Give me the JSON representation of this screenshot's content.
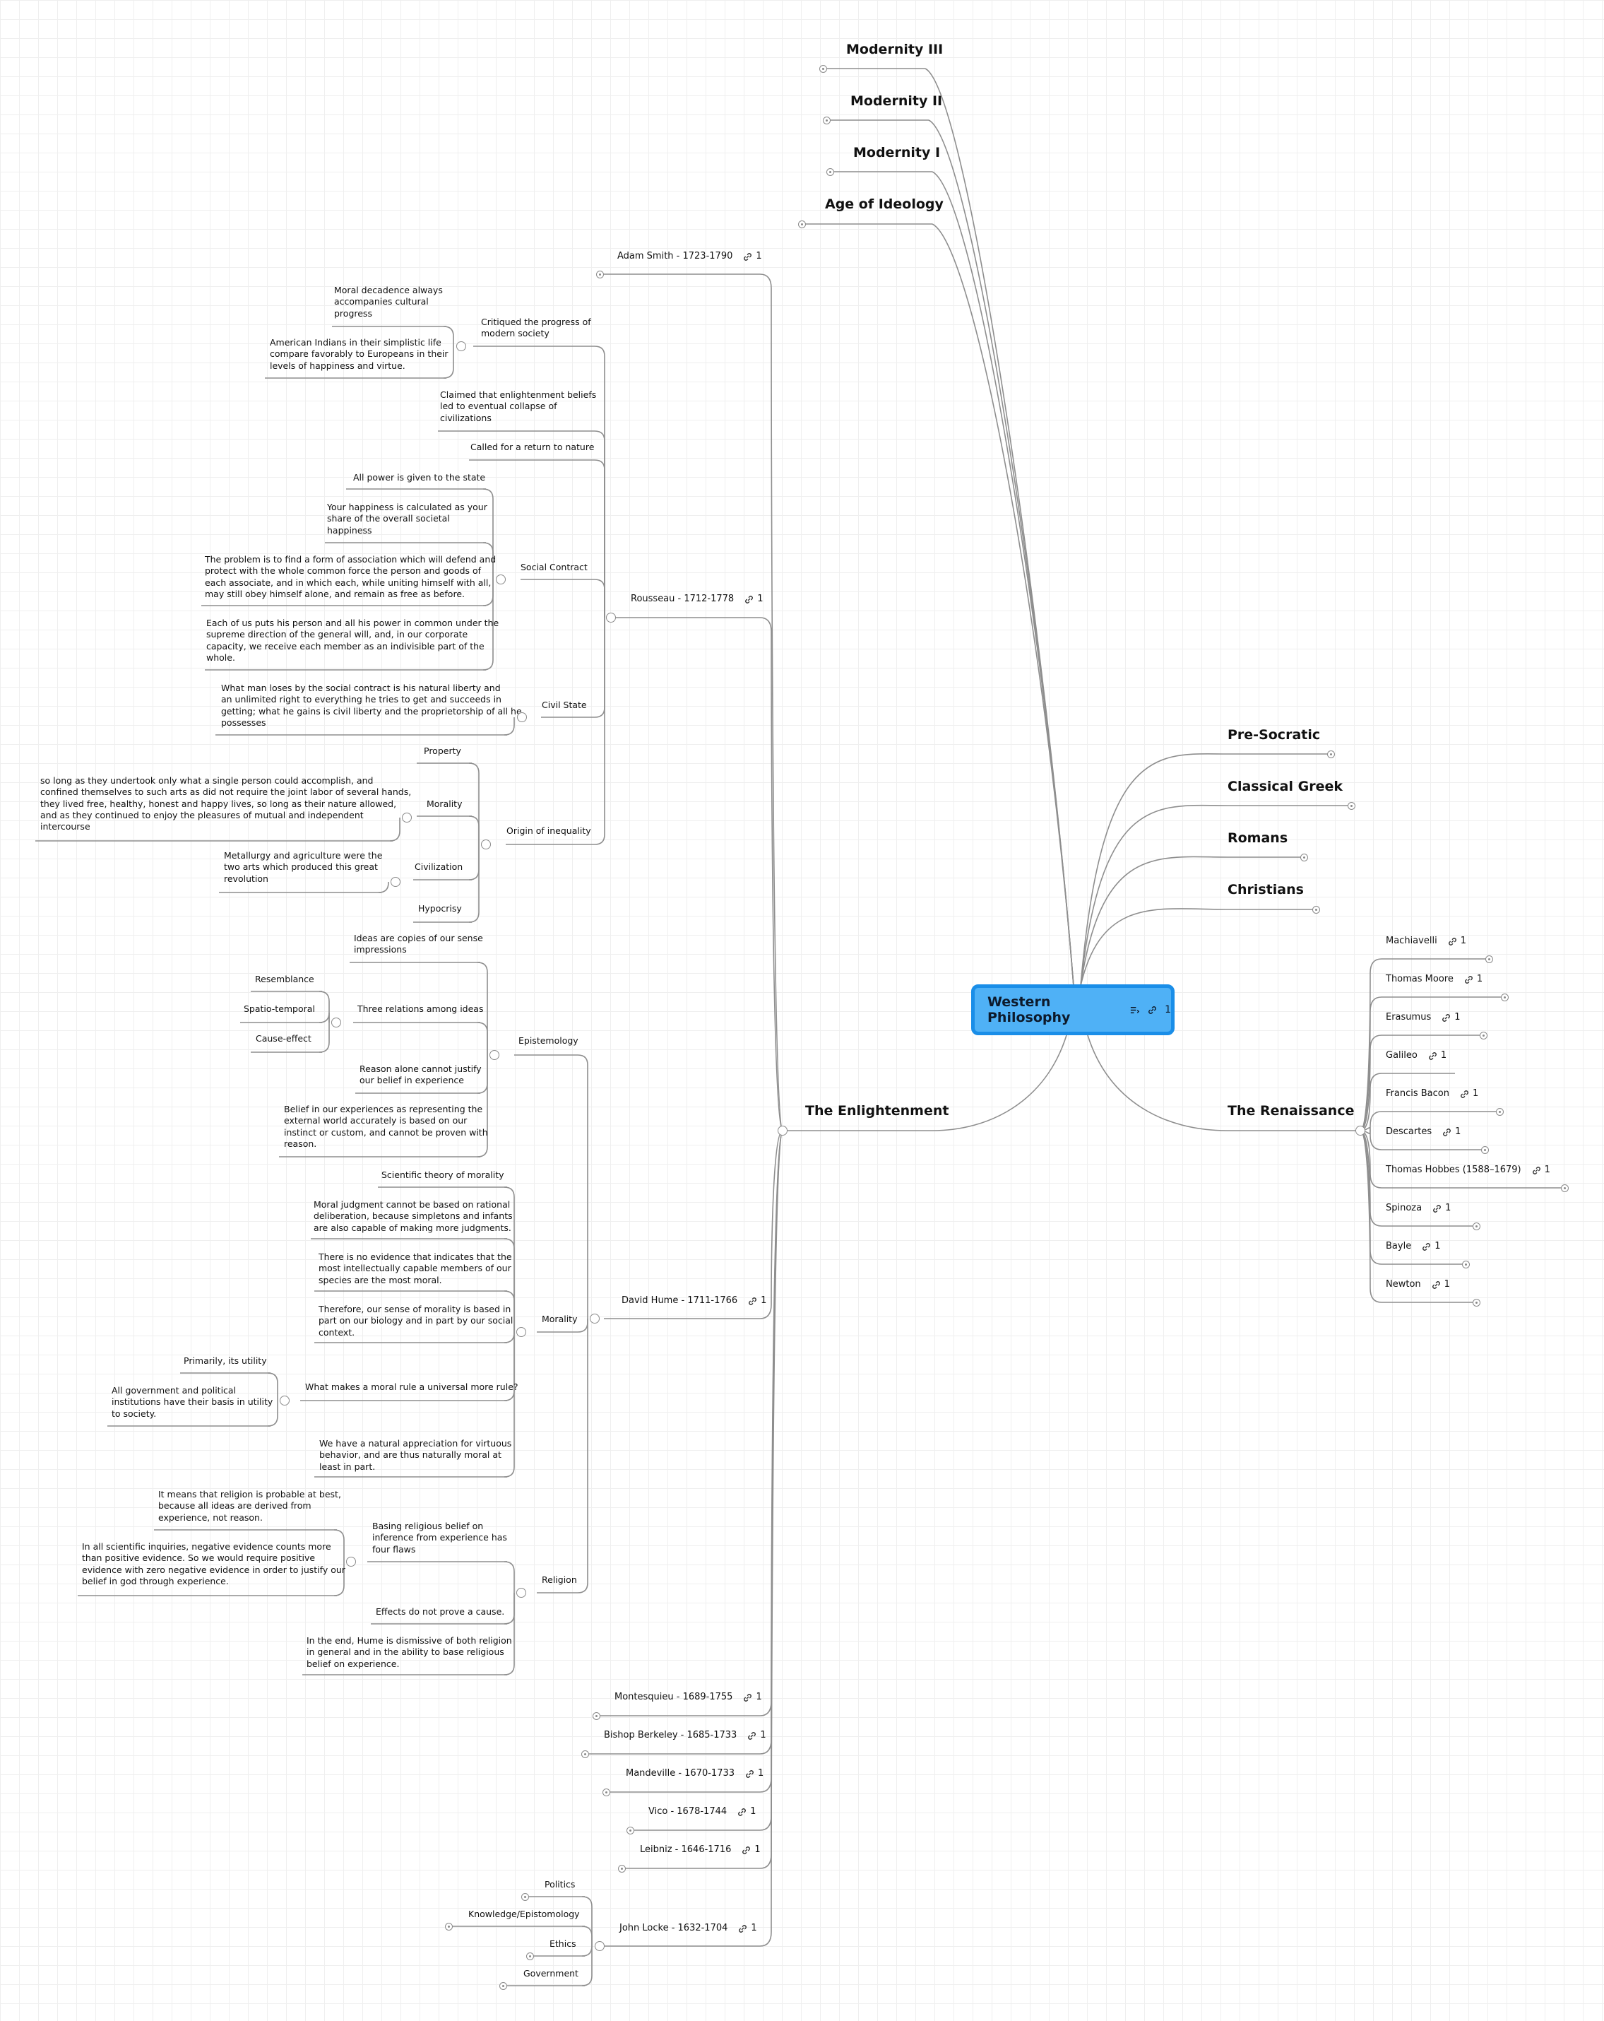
{
  "root": {
    "label": "Western Philosophy",
    "notes_icon": "notes-icon",
    "link_count": "1",
    "link_icon": "link-icon"
  },
  "branches_top": [
    {
      "label": "Modernity III"
    },
    {
      "label": "Modernity II"
    },
    {
      "label": "Modernity I"
    },
    {
      "label": "Age of Ideology"
    }
  ],
  "branches_right": [
    {
      "label": "Pre-Socratic"
    },
    {
      "label": "Classical Greek"
    },
    {
      "label": "Romans"
    },
    {
      "label": "Christians"
    }
  ],
  "enlightenment": {
    "label": "The Enlightenment",
    "children": [
      {
        "label": "Adam Smith - 1723-1790",
        "links": "1"
      },
      {
        "label": "Rousseau - 1712-1778",
        "links": "1"
      },
      {
        "label": "David Hume - 1711-1766",
        "links": "1"
      },
      {
        "label": "Montesquieu - 1689-1755",
        "links": "1"
      },
      {
        "label": "Bishop Berkeley - 1685-1733",
        "links": "1"
      },
      {
        "label": "Mandeville - 1670-1733",
        "links": "1"
      },
      {
        "label": "Vico - 1678-1744",
        "links": "1"
      },
      {
        "label": "Leibniz - 1646-1716",
        "links": "1"
      },
      {
        "label": "John Locke - 1632-1704",
        "links": "1"
      }
    ],
    "rousseau": {
      "critiqued": "Critiqued the progress of\nmodern society",
      "moral_decadence": "Moral decadence always\naccompanies cultural\nprogress",
      "american_indians": "American Indians in their simplistic life\ncompare favorably to Europeans in their\nlevels of happiness and virtue.",
      "claimed": "Claimed that enlightenment beliefs\nled to eventual collapse of\ncivilizations",
      "called": "Called for a return to nature",
      "social_contract": "Social Contract",
      "all_power": "All power is given to the state",
      "your_happiness": "Your happiness is calculated as your\nshare of the overall societal\nhappiness",
      "the_problem": "The problem is to find a form of association which will defend and\nprotect with the whole common force the person and goods of\neach associate, and in which each, while uniting himself with all,\nmay still obey himself alone, and remain as free as before.",
      "each_of_us": "Each of us puts his person and all his power in common under the\nsupreme direction of the general will, and, in our corporate\ncapacity, we receive each member as an indivisible part of the\nwhole.",
      "civil_state": "Civil State",
      "what_man_loses": "What man loses by the social contract is his natural liberty and\nan unlimited right to everything he tries to get and succeeds in\ngetting; what he gains is civil liberty and the proprietorship of all he\npossesses",
      "origin": "Origin of inequality",
      "property": "Property",
      "morality": "Morality",
      "so_long": "so long as they undertook only what a single person could accomplish, and\nconfined themselves to such arts as did not require the joint labor of several hands,\nthey lived free, healthy, honest and happy lives, so long as their nature allowed,\nand as they continued to enjoy the pleasures of mutual and independent\nintercourse",
      "civilization": "Civilization",
      "metallurgy": "Metallurgy and agriculture were the\ntwo arts which produced this great\nrevolution",
      "hypocrisy": "Hypocrisy"
    },
    "hume": {
      "epistemology": "Epistemology",
      "ideas_copies": "Ideas are copies of our sense\nimpressions",
      "three_relations": "Three relations among ideas",
      "resemblance": "Resemblance",
      "spatio": "Spatio-temporal",
      "cause": "Cause-effect",
      "reason_alone": "Reason alone cannot justify\nour belief in experience",
      "belief_exp": "Belief in our experiences as representing the\nexternal world accurately is based on our\ninstinct or custom, and cannot be proven with\nreason.",
      "morality": "Morality",
      "scientific": "Scientific theory of morality",
      "moral_judgment": "Moral judgment cannot be based on rational\ndeliberation, because simpletons and infants\nare also capable of making more judgments.",
      "no_evidence": "There is no evidence that indicates that the\nmost intellectually capable members of our\nspecies are the most moral.",
      "therefore": "Therefore, our sense of morality is based in\npart on our biology and in part by our social\ncontext.",
      "what_makes": "What makes a moral rule a universal more rule?",
      "primarily": "Primarily, its utility",
      "all_government": "All government and political\ninstitutions have their basis in utility\nto society.",
      "natural_appreciation": "We have a natural appreciation for virtuous\nbehavior, and are thus naturally moral at\nleast in part.",
      "religion": "Religion",
      "basing": "Basing religious belief on\ninference from experience has\nfour flaws",
      "it_means": "It means that religion is probable at best,\nbecause all ideas are derived from\nexperience, not reason.",
      "in_all": "In all scientific inquiries, negative evidence counts more\nthan positive evidence. So we would require positive\nevidence with zero negative evidence in order to justify our\nbelief in god through experience.",
      "effects": "Effects do not prove a cause.",
      "in_the_end": "In the end, Hume is dismissive of both religion\nin general and in the ability to base religious\nbelief on experience."
    },
    "locke": {
      "politics": "Politics",
      "knowledge": "Knowledge/Epistomology",
      "ethics": "Ethics",
      "government": "Government"
    }
  },
  "renaissance": {
    "label": "The Renaissance",
    "children": [
      {
        "label": "Machiavelli",
        "links": "1"
      },
      {
        "label": "Thomas Moore",
        "links": "1"
      },
      {
        "label": "Erasumus",
        "links": "1"
      },
      {
        "label": "Galileo",
        "links": "1"
      },
      {
        "label": "Francis Bacon",
        "links": "1"
      },
      {
        "label": "Descartes",
        "links": "1"
      },
      {
        "label": "Thomas Hobbes (1588–1679)",
        "links": "1"
      },
      {
        "label": "Spinoza",
        "links": "1"
      },
      {
        "label": "Bayle",
        "links": "1"
      },
      {
        "label": "Newton",
        "links": "1"
      }
    ]
  }
}
